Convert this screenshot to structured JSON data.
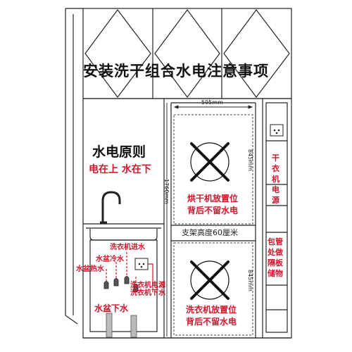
{
  "title": "安装洗干组合水电注意事项",
  "principle": {
    "heading": "水电原则",
    "rule": "电在上  水在下"
  },
  "dimensions": {
    "cabinet_width": "595mm",
    "dryer_height": "845mm",
    "washer_height": "845mm",
    "total_height": "1760mm"
  },
  "dryer": {
    "label_line1": "烘干机放置位",
    "label_line2": "背后不留水电"
  },
  "washer": {
    "label_line1": "洗衣机放置位",
    "label_line2": "背后不留水电"
  },
  "bracket_label": "支架高度60厘米",
  "sink_labels": {
    "washer_inlet": "洗衣机进水",
    "basin_cold": "水盆冷水",
    "basin_hot": "水盆热水",
    "washer_power": "洗衣机电源",
    "washer_drain": "洗衣机下水",
    "basin_drain": "水盆下水"
  },
  "right_column": {
    "dryer_power": "干衣机电源",
    "pipe_partition": "包管处做隔板储物"
  },
  "colors": {
    "accent_red": "#d4142a",
    "line": "#222222",
    "dashed": "#444444"
  }
}
